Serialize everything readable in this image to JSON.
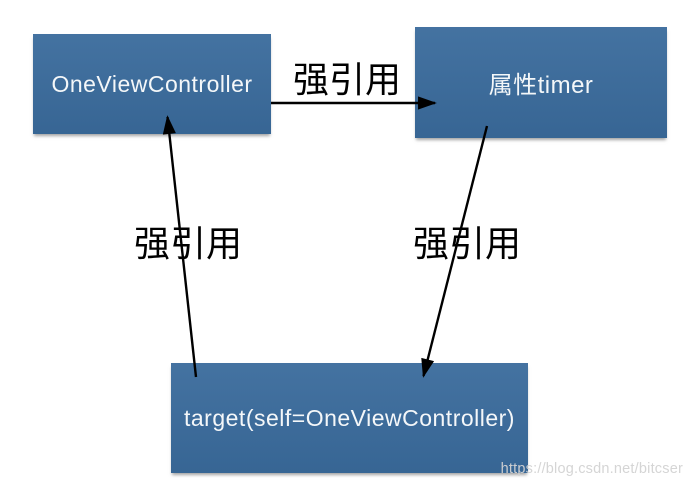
{
  "diagram": {
    "title": "NSTimer retain cycle diagram",
    "nodes": [
      {
        "id": "one_view_controller",
        "label": "OneViewController"
      },
      {
        "id": "timer_property",
        "label": "属性timer"
      },
      {
        "id": "target",
        "label": "target(self=OneViewController)"
      }
    ],
    "edges": [
      {
        "from": "one_view_controller",
        "to": "timer_property",
        "label": "强引用"
      },
      {
        "from": "timer_property",
        "to": "target",
        "label": "强引用"
      },
      {
        "from": "target",
        "to": "one_view_controller",
        "label": "强引用"
      }
    ],
    "colors": {
      "node_background": "#3a6b9c",
      "node_text": "#f4f7f9",
      "arrow": "#000000",
      "label_text": "#000000",
      "background": "#ffffff",
      "watermark_text": "#d3d3d3"
    }
  },
  "watermark": {
    "text": "https://blog.csdn.net/bitcser"
  }
}
